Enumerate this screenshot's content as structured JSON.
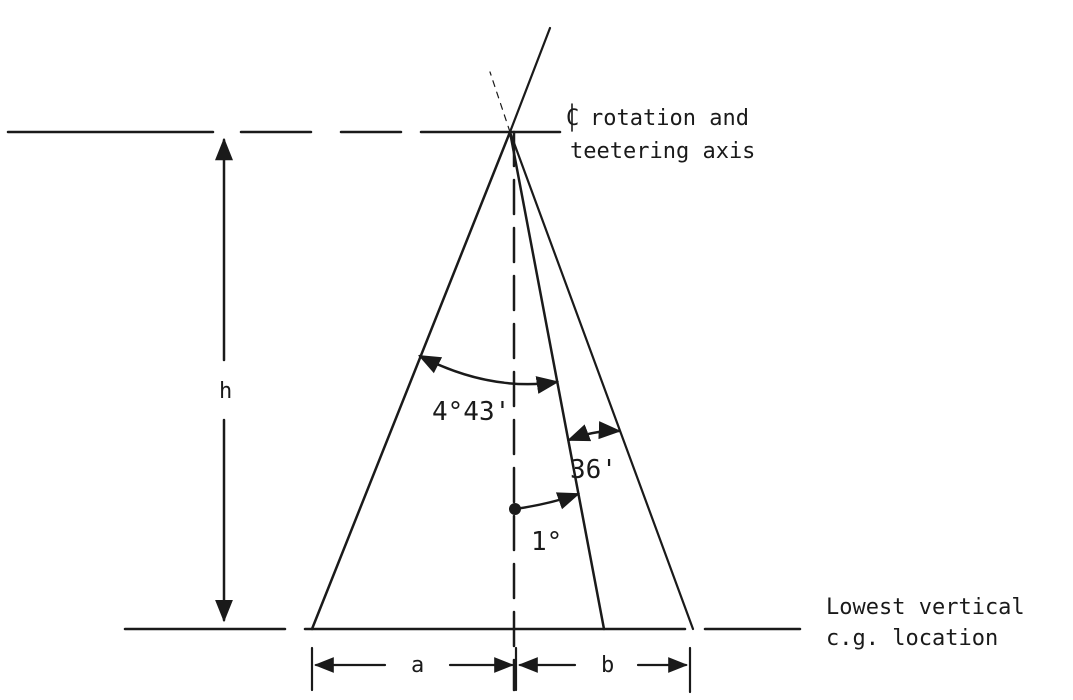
{
  "labels": {
    "axis_line1": "rotation and",
    "axis_line2": "teetering axis",
    "cg_line1": "Lowest vertical",
    "cg_line2": "c.g. location",
    "h": "h",
    "a": "a",
    "b": "b"
  },
  "angles": {
    "big": "4°43'",
    "mid": "36'",
    "small": "1°"
  },
  "colors": {
    "ink": "#1a1a1a",
    "background": "#ffffff"
  },
  "icons": {
    "centerline": "centerline-symbol"
  }
}
